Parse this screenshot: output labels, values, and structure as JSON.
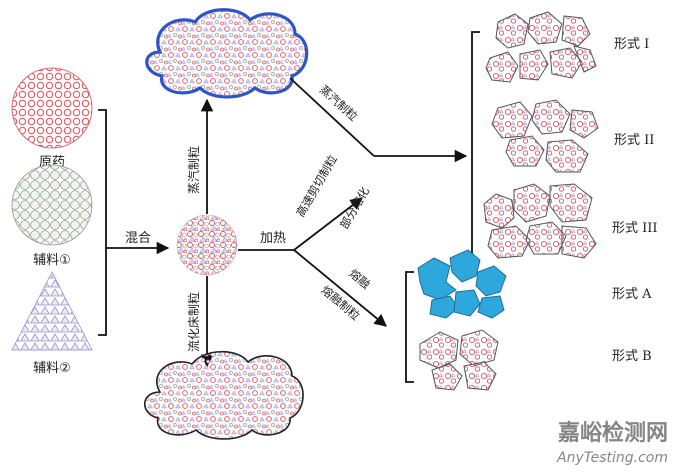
{
  "ingredients": {
    "api": "原药",
    "excipient1": "辅料①",
    "excipient2": "辅料②"
  },
  "steps": {
    "mix": "混合",
    "steam_granulation": "蒸汽制粒",
    "steam_granulation_branch": "蒸汽制粒",
    "fluid_bed": "流化床制粒",
    "heat": "加热",
    "high_shear": "高速剪切制粒",
    "partial_melt": "部分熔化",
    "melt": "熔融",
    "melt_granulation": "熔融制粒"
  },
  "forms": {
    "form1": "形式 I",
    "form2": "形式 II",
    "form3": "形式 III",
    "formA": "形式 A",
    "formB": "形式 B"
  },
  "watermark": {
    "cn": "嘉峪检测网",
    "en": "AnyTesting.com"
  },
  "colors": {
    "api_red": "#e0505a",
    "excipient1_gray": "#9aa89a",
    "excipient2_violet": "#9a8fd0",
    "steam_cloud_blue": "#2d55c8",
    "melt_blue": "#2ea8dc",
    "arrow": "#111111"
  }
}
